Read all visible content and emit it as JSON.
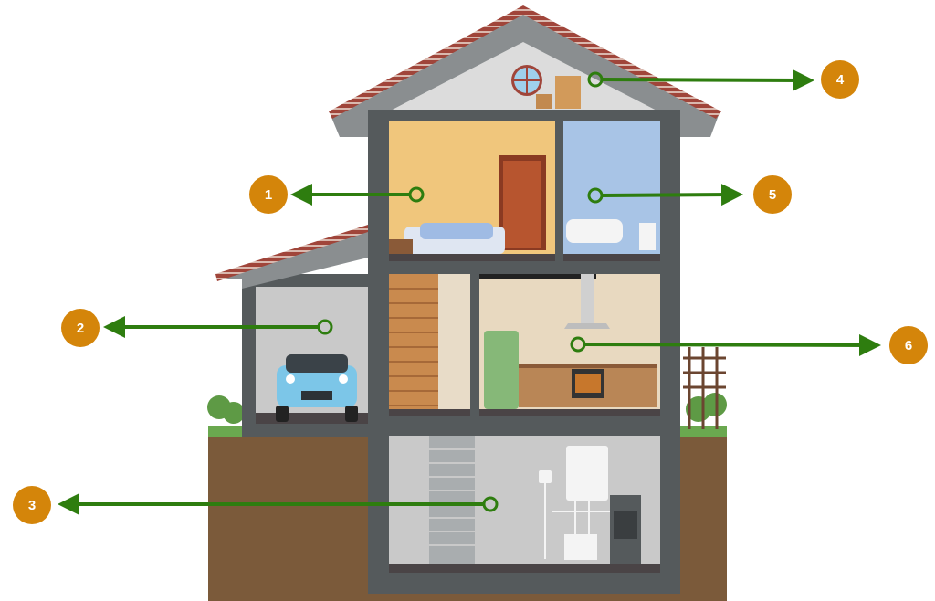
{
  "colors": {
    "marker": "#d4850a",
    "arrow": "#2e7d0f"
  },
  "markers": [
    {
      "label": "1",
      "room": "bedroom"
    },
    {
      "label": "2",
      "room": "garage"
    },
    {
      "label": "3",
      "room": "basement"
    },
    {
      "label": "4",
      "room": "attic"
    },
    {
      "label": "5",
      "room": "bathroom"
    },
    {
      "label": "6",
      "room": "kitchen"
    }
  ]
}
